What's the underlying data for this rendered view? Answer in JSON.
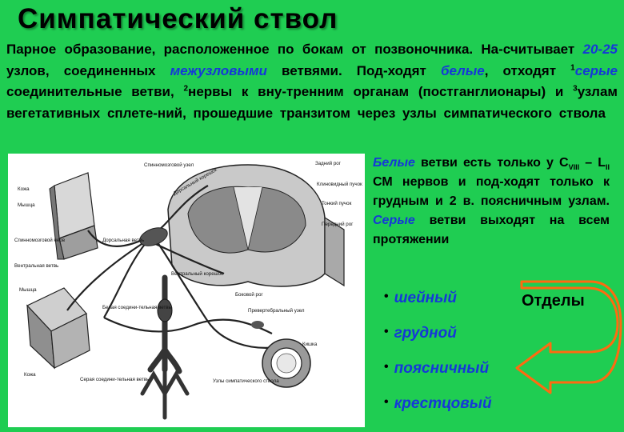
{
  "title": "Симпатический ствол",
  "intro": {
    "t1": "Парное образование, расположенное по бокам от позвоночника. На-считывает ",
    "count": "20-25",
    "t2": " узлов, соединенных ",
    "interstitial": "межузловыми",
    "t3": " ветвями. Под-ходят ",
    "white": "белые",
    "t4": ", отходят ",
    "sup1": "1",
    "gray": "серые",
    "t5": " соединительные ветви, ",
    "sup2": "2",
    "t6": "нервы к вну-тренним органам (постганглионары) и ",
    "sup3": "3",
    "t7": "узлам вегетативных сплете-ний, прошедшие транзитом через узлы симпатического ствола"
  },
  "side": {
    "white": "Белые",
    "t1": " ветви есть только у C",
    "sub1": "VIII",
    "t2": " – L",
    "sub2": "II",
    "t3": " СМ нервов и под-ходят только к грудным и 2 в. поясничным узлам. ",
    "gray": "Серые",
    "t4": " ветви выходят на всем протяжении"
  },
  "departments_label": "Отделы",
  "departments": [
    "шейный",
    "грудной",
    "поясничный",
    "крестцовый"
  ],
  "figure_labels": {
    "skin_top": "Кожа",
    "muscle_top": "Мышца",
    "spinal_nerve": "Спинномозговой нерв",
    "ventral_branch": "Вентральная ветвь",
    "muscle_bottom": "Мышца",
    "skin_bottom": "Кожа",
    "spinal_ganglion": "Спинномозговой узел",
    "dorsal_root": "Дорсальный корешок",
    "dorsal_branch": "Дорсальная ветвь",
    "posterior_horn": "Задний рог",
    "wedge_fasc": "Клиновидный пучок",
    "thin_fasc": "Тонкий пучок",
    "anterior_horn": "Передний рог",
    "ventral_root": "Вентральный корешок",
    "lateral_horn": "Боковой рог",
    "white_ramus": "Белая соедини-тельная ветвь",
    "gray_ramus": "Серая соедини-тельная ветвь",
    "prevert_ganglion": "Превертебральный узел",
    "intestine": "Кишка",
    "symp_ganglion": "Узлы симпатического ствола"
  },
  "colors": {
    "background": "#1fcd52",
    "accent": "#1538d8",
    "arrow": "#ff6a10"
  }
}
